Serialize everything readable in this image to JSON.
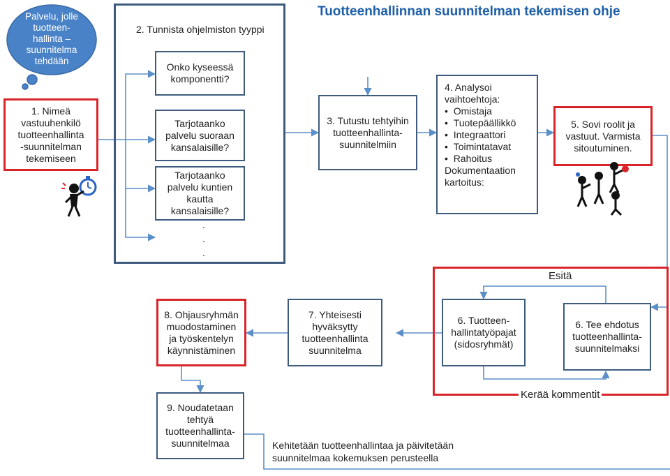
{
  "title": "Tuotteenhallinnan suunnitelman tekemisen ohje",
  "cloud": "Palvelu, jolle\ntuotteen-\nhallinta –\nsuunnitelma\ntehdään",
  "step1": "1. Nimeä\nvastuuhenkilö\ntuotteenhallinta\n-suunnitelman\ntekemiseen",
  "step2": {
    "heading": "2. Tunnista ohjelmiston tyyppi",
    "q1": "Onko kyseessä\nkomponentti?",
    "q2": "Tarjotaanko\npalvelu suoraan\nkansalaisille?",
    "q3": "Tarjotaanko\npalvelu kuntien\nkautta\nkansalaisille?",
    "dots": ".\n.\n."
  },
  "step3": "3. Tutustu tehtyihin\ntuotteenhallinta-\nsuunnitelmiin",
  "step4": {
    "intro": "4. Analysoi\nvaihtoehtoja:",
    "bullets": [
      "Omistaja",
      "Tuotepäällikkö",
      "Integraattori",
      "Toimintatavat",
      "Rahoitus"
    ],
    "outro": "Dokumentaation\nkartoitus:"
  },
  "step5": "5. Sovi roolit ja\nvastuut. Varmista\nsitoutuminen.",
  "esita": "Esitä",
  "step6a": "6. Tuotteen-\nhallintatyöpajat\n(sidosryhmät)",
  "step6b": "6. Tee ehdotus\ntuotteenhallinta-\nsuunnitelmaksi",
  "keraa": "Kerää kommentit",
  "step7": "7. Yhteisesti\nhyväksytty\ntuotteenhallinta\nsuunnitelma",
  "step8": "8. Ohjausryhmän\nmuodostaminen\nja työskentelyn\nkäynnistäminen",
  "step9": "9. Noudatetaan\ntehtyä\ntuotteenhallinta-\nsuunnitelmaa",
  "kehitetaan": "Kehitetään tuotteenhallintaa ja päivitetään\nsuunnitelmaa kokemuksen perusteella",
  "colors": {
    "box_border": "#3e5b7e",
    "highlight": "#d9252a",
    "cloud": "#4a82c8",
    "title": "#1f5fa8",
    "arrow": "#5b8fc9"
  }
}
